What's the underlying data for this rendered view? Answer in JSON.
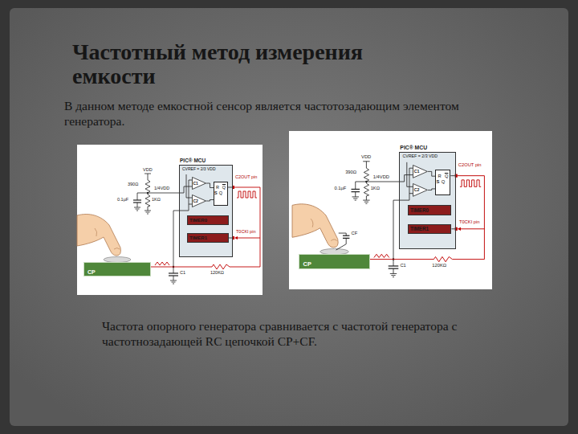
{
  "diagram": {
    "title": "Частотный метод измерения емкости",
    "caption": "Частота опорного генератора сравнивается с частотой генератора с частотнозадающей RC цепочкой CP+CF.",
    "nodes": [
      {
        "text": [
          "PIC® MCU",
          "CVREF = 2/3 VDD"
        ]
      },
      {
        "text": [
          "C1"
        ],
        "in": 0
      },
      {
        "text": [
          "C2"
        ],
        "in": 0
      },
      {
        "text": [
          "S",
          "Q",
          "R",
          "Q"
        ],
        "in": 0
      },
      {
        "text": [
          "TIMER0"
        ],
        "in": 0
      },
      {
        "text": [
          "TIMER1"
        ],
        "in": 0
      },
      {
        "text": [
          "CP"
        ]
      },
      {
        "text": [
          "PIC® MCU",
          "CVREF = 2/3 VDD"
        ]
      },
      {
        "text": [
          "C1"
        ],
        "in": 7
      },
      {
        "text": [
          "C2"
        ],
        "in": 7
      },
      {
        "text": [
          "S",
          "Q",
          "R",
          "Q"
        ],
        "in": 7
      },
      {
        "text": [
          "TIMER0"
        ],
        "in": 7
      },
      {
        "text": [
          "TIMER1"
        ],
        "in": 7
      },
      {
        "text": [
          "CP"
        ]
      }
    ],
    "edges": [
      {
        "from": 1,
        "to": 3,
        "arrow": "none"
      },
      {
        "from": 2,
        "to": 3,
        "arrow": "none"
      },
      {
        "from": 8,
        "to": 10,
        "arrow": "none"
      },
      {
        "from": 9,
        "to": 10,
        "arrow": "none"
      }
    ],
    "labels": [
      "В данном методе емкостной сенсор является частотозадающим элементом генератора.",
      "VDD",
      "390Ω",
      "1/4VDD",
      "1KΩ",
      "0.1µF",
      "C2OUT pin",
      "T0CKI pin",
      "120KΩ",
      "C1",
      "VDD",
      "390Ω",
      "1/4VDD",
      "1KΩ",
      "0.1µF",
      "C2OUT pin",
      "T0CKI pin",
      "120KΩ",
      "C1",
      "CF"
    ]
  }
}
